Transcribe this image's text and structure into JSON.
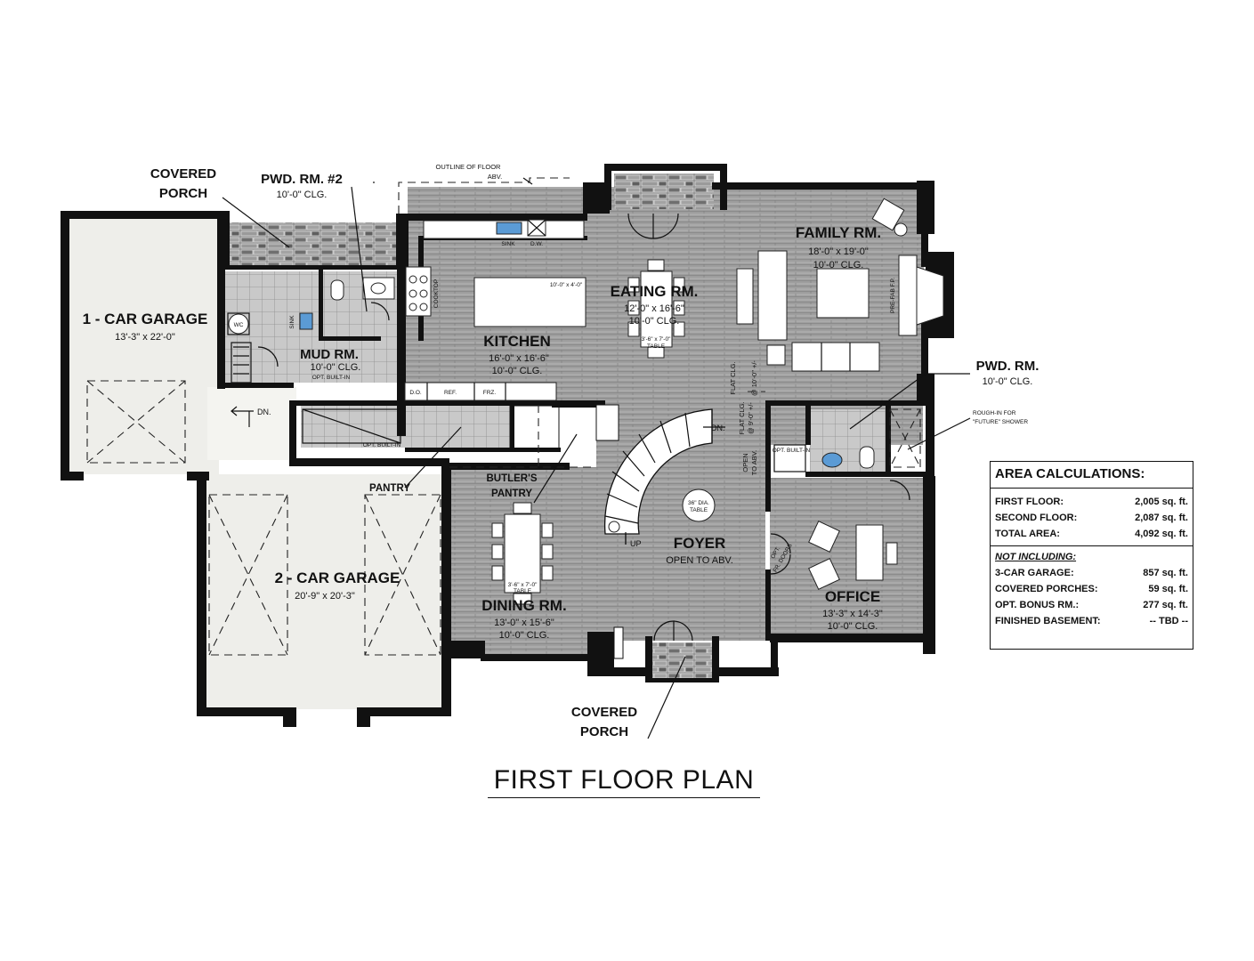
{
  "plan_title": "FIRST FLOOR PLAN",
  "rooms": {
    "one_car_garage": {
      "name": "1 - CAR GARAGE",
      "size": "13'-3\" x 22'-0\""
    },
    "two_car_garage": {
      "name": "2 - CAR GARAGE",
      "size": "20'-9\" x 20'-3\""
    },
    "mud_rm": {
      "name": "MUD RM.",
      "ceiling": "10'-0\" CLG.",
      "note": "OPT. BUILT-IN"
    },
    "pwd_rm_2": {
      "name": "PWD. RM. #2",
      "ceiling": "10'-0\" CLG."
    },
    "kitchen": {
      "name": "KITCHEN",
      "size": "16'-0\" x 16'-6\"",
      "ceiling": "10'-0\" CLG."
    },
    "eating_rm": {
      "name": "EATING RM.",
      "size": "12'-0\" x 16'-6\"",
      "ceiling": "10'-0\" CLG."
    },
    "family_rm": {
      "name": "FAMILY RM.",
      "size": "18'-0\" x 19'-0\"",
      "ceiling": "10'-0\" CLG."
    },
    "pwd_rm": {
      "name": "PWD. RM.",
      "ceiling": "10'-0\" CLG."
    },
    "foyer": {
      "name": "FOYER",
      "note": "OPEN TO ABV."
    },
    "dining_rm": {
      "name": "DINING RM.",
      "size": "13'-0\" x 15'-6\"",
      "ceiling": "10'-0\" CLG."
    },
    "office": {
      "name": "OFFICE",
      "size": "13'-3\" x 14'-3\"",
      "ceiling": "10'-0\" CLG."
    }
  },
  "callouts": {
    "covered_porch_top": [
      "COVERED",
      "PORCH"
    ],
    "covered_porch_bottom": [
      "COVERED",
      "PORCH"
    ],
    "pantry": "PANTRY",
    "butlers_pantry": [
      "BUTLER'S",
      "PANTRY"
    ],
    "outline_floor": [
      "OUTLINE OF FLOOR",
      "ABV."
    ],
    "rough_in": [
      "ROUGH-IN FOR",
      "\"FUTURE\" SHOWER"
    ]
  },
  "fixtures": {
    "sink": "SINK",
    "dw": "D.W.",
    "cooktop": "COOKTOP",
    "island": "10'-0\" x 4'-0\"",
    "do": "D.O.",
    "ref": "REF.",
    "frz": "FRZ.",
    "eating_table": [
      "3'-6\" x 7'-0\"",
      "TABLE"
    ],
    "dining_table": [
      "3'-6\" x 7'-0\"",
      "TABLE"
    ],
    "foyer_table": [
      "36\" DIA.",
      "TABLE"
    ],
    "opt_built_in": "OPT. BUILT-IN",
    "dn": "DN.",
    "up": "UP",
    "wc": "WC",
    "sink_small": "SINK",
    "open_to_abv": [
      "OPEN",
      "TO ABV."
    ],
    "flat_clg": [
      "FLAT CLG.",
      "@ 9'-0\" +/-"
    ],
    "flat_clg2": [
      "FLAT CLG.",
      "@ 10'-0\" +/-"
    ],
    "prefab_fp": "PRE-FAB F.P.",
    "opt_fr_doors": [
      "OPT.",
      "FR. DOORS"
    ]
  },
  "area_calculations": {
    "title": "AREA CALCULATIONS:",
    "rows": [
      {
        "label": "FIRST FLOOR:",
        "value": "2,005 sq. ft."
      },
      {
        "label": "SECOND FLOOR:",
        "value": "2,087 sq. ft."
      },
      {
        "label": "TOTAL AREA:",
        "value": "4,092 sq. ft."
      }
    ],
    "not_including_label": "NOT INCLUDING:",
    "excluded": [
      {
        "label": "3-CAR GARAGE:",
        "value": "857 sq. ft."
      },
      {
        "label": "COVERED PORCHES:",
        "value": "59 sq. ft."
      },
      {
        "label": "OPT. BONUS RM.:",
        "value": "277 sq. ft."
      },
      {
        "label": "FINISHED BASEMENT:",
        "value": "-- TBD --"
      }
    ]
  },
  "colors": {
    "wall": "#111111",
    "wood_floor": "#9c9c9c",
    "garage_floor": "#eeeeea",
    "tile_floor": "#c8c8c8",
    "stone": "#7a7a7a"
  }
}
